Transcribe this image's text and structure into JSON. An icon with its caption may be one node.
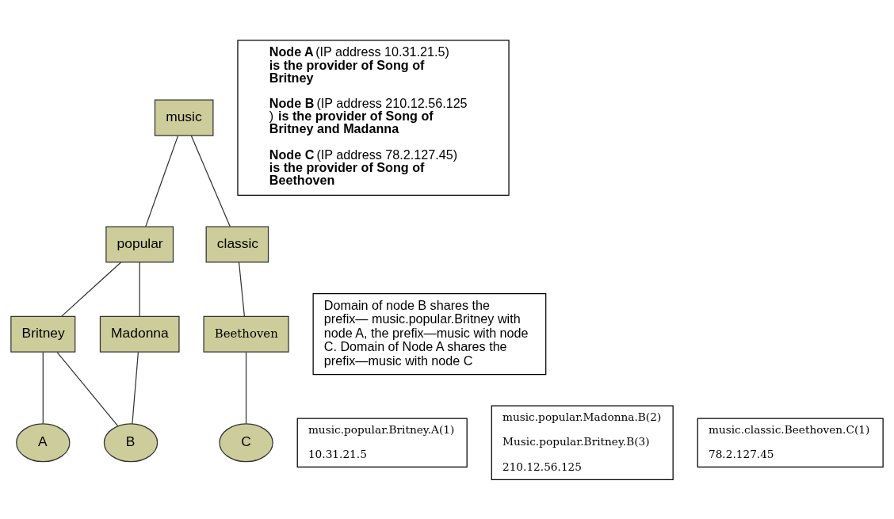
{
  "diagram": {
    "nodes": [
      {
        "text": [
          "music"
        ]
      },
      {
        "text": [
          "popular"
        ]
      },
      {
        "text": [
          "classic"
        ]
      },
      {
        "text": [
          "Britney"
        ]
      },
      {
        "text": [
          "Madonna"
        ]
      },
      {
        "text": [
          "Beethoven"
        ]
      },
      {
        "text": [
          "A"
        ]
      },
      {
        "text": [
          "B"
        ]
      },
      {
        "text": [
          "C"
        ]
      },
      {
        "text": [
          "music.popular.Britney.A(1)",
          "10.31.21.5"
        ]
      },
      {
        "text": [
          "music.popular.Madonna.B(2)",
          "Music.popular.Britney.B(3)",
          "210.12.56.125"
        ]
      },
      {
        "text": [
          "music.classic.Beethoven.C(1)",
          "78.2.127.45"
        ]
      },
      {
        "text": [
          "**Node A** (IP address 10.31.21.5) **is the provider of Song of Britney**",
          "**Node B** (IP address 210.12.56.125 ) **is the provider of Song of Britney and Madanna**",
          "**Node C** (IP address 78.2.127.45) **is the provider of Song of Beethoven**"
        ]
      },
      {
        "text": [
          "Domain of node B shares the prefix— music.popular.Britney with node A, the prefix—music with node C. Domain of Node A shares the prefix—music with node C"
        ]
      }
    ],
    "edges": [
      {
        "from": 0,
        "to": 1,
        "arrow": "none"
      },
      {
        "from": 0,
        "to": 2,
        "arrow": "none"
      },
      {
        "from": 1,
        "to": 3,
        "arrow": "none"
      },
      {
        "from": 1,
        "to": 4,
        "arrow": "none"
      },
      {
        "from": 2,
        "to": 5,
        "arrow": "none"
      },
      {
        "from": 3,
        "to": 6,
        "arrow": "none"
      },
      {
        "from": 3,
        "to": 7,
        "arrow": "none"
      },
      {
        "from": 4,
        "to": 7,
        "arrow": "none"
      },
      {
        "from": 5,
        "to": 8,
        "arrow": "none"
      }
    ]
  }
}
